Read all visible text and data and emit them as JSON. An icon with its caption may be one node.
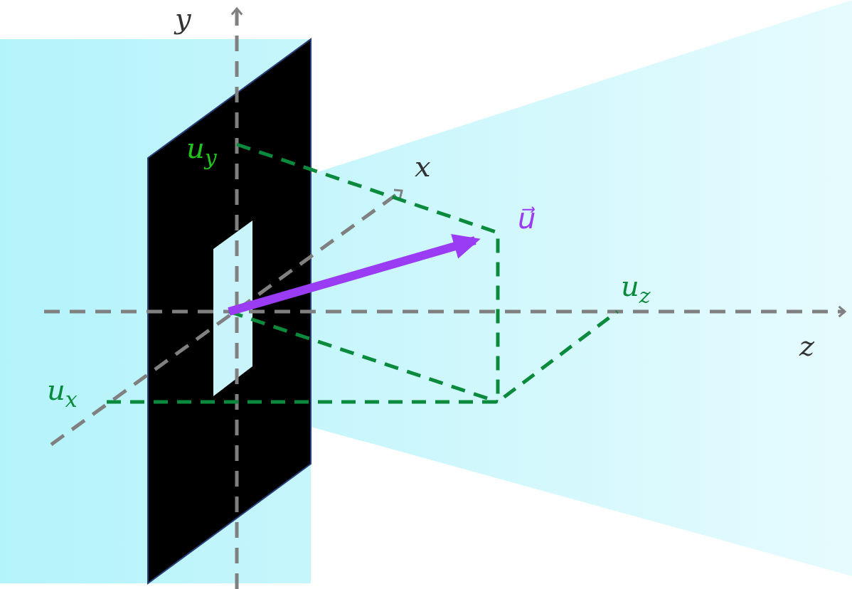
{
  "diagram": {
    "labels": [
      "y",
      "u$_{y}$",
      "x",
      "u⃗",
      "u$_{z}$",
      "z",
      "u$_{x}$"
    ]
  }
}
